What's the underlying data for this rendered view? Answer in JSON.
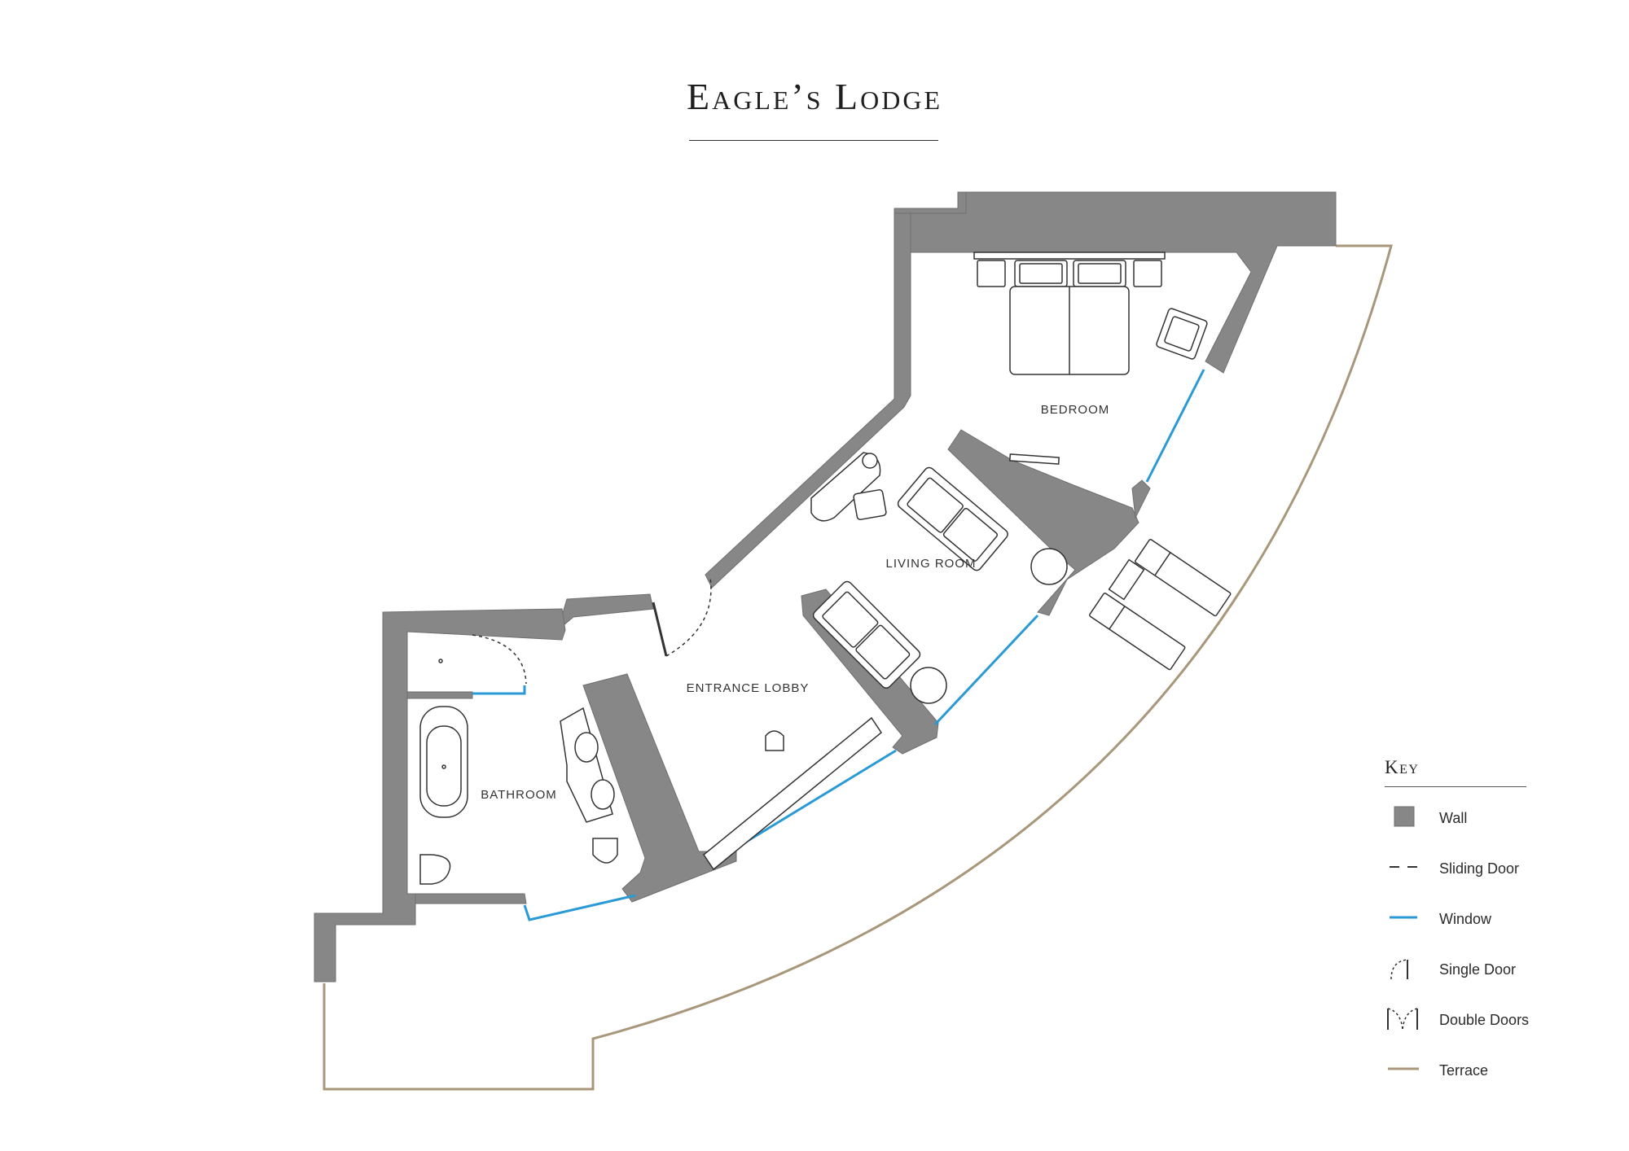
{
  "title": "Eagle’s Lodge",
  "rooms": {
    "bedroom": "BEDROOM",
    "living_room": "LIVING ROOM",
    "entrance_lobby": "ENTRANCE LOBBY",
    "bathroom": "BATHROOM"
  },
  "key": {
    "title": "Key",
    "items": [
      {
        "label": "Wall",
        "symbol": "wall-swatch"
      },
      {
        "label": "Sliding Door",
        "symbol": "dashed-line"
      },
      {
        "label": "Window",
        "symbol": "blue-line"
      },
      {
        "label": "Single Door",
        "symbol": "single-door-arc"
      },
      {
        "label": "Double Doors",
        "symbol": "double-door-arcs"
      },
      {
        "label": "Terrace",
        "symbol": "tan-line"
      }
    ]
  },
  "colors": {
    "wall": "#878787",
    "window": "#2a9ad6",
    "terrace": "#a8977b",
    "line": "#333333"
  }
}
